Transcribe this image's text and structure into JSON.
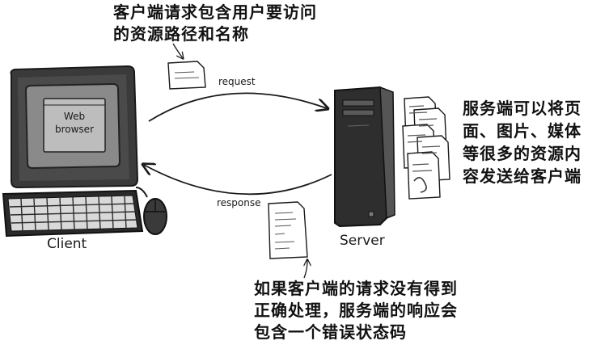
{
  "nodes": {
    "client": "Client",
    "server": "Server",
    "browser_line1": "Web",
    "browser_line2": "browser"
  },
  "edges": {
    "request": "request",
    "response": "response"
  },
  "notes": {
    "request_note": {
      "line1": "客户端请求包含用户要访问",
      "line2": "的资源路径和名称"
    },
    "server_note": {
      "line1": "服务端可以将页",
      "line2": "面、图片、媒体",
      "line3": "等很多的资源内",
      "line4": "容发送给客户端"
    },
    "response_note": {
      "line1": "如果客户端的请求没有得到",
      "line2": "正确处理，服务端的响应会",
      "line3": "包含一个错误状态码"
    }
  },
  "colors": {
    "monitor_dark": "#3a3a3a",
    "monitor_screen": "#8a8a8a",
    "server_dark": "#2e2e2e",
    "ink": "#1a1a1a"
  }
}
